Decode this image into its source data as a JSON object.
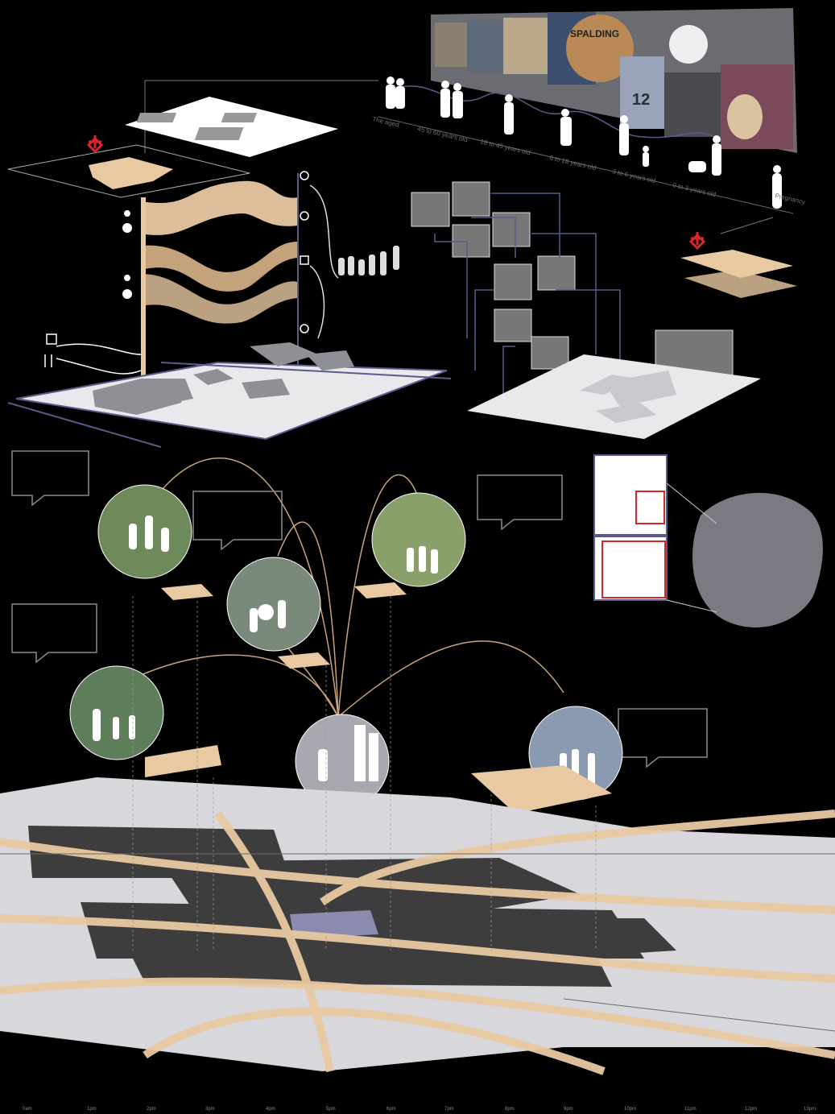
{
  "age_groups": [
    "The aged",
    "45 to 60 years old",
    "18 to 45 years old",
    "6 to 18 years old",
    "3 to 6 years old",
    "0 to 3 years old",
    "Pregnancy"
  ],
  "collage_words": {
    "ball_brand": "SPALDING",
    "jersey_number": "12"
  },
  "time_axis": [
    "0am",
    "1pm",
    "2pm",
    "3pm",
    "4pm",
    "5pm",
    "6pm",
    "7pm",
    "8pm",
    "9pm",
    "10pm",
    "11pm",
    "12pm",
    "13pm"
  ],
  "colors": {
    "background": "#000000",
    "tan": "#e8c9a2",
    "tan_dark": "#d8b48a",
    "navy": "#5a5a8c",
    "grey_block": "#3d3d3d",
    "paper": "#e9e9ec",
    "red_accent": "#d8262c"
  },
  "icons": [
    "medical-cross-icon",
    "people-silhouette-icon",
    "speech-bubble-icon",
    "fork-knife-icon",
    "shopping-icon",
    "city-map-icon"
  ]
}
